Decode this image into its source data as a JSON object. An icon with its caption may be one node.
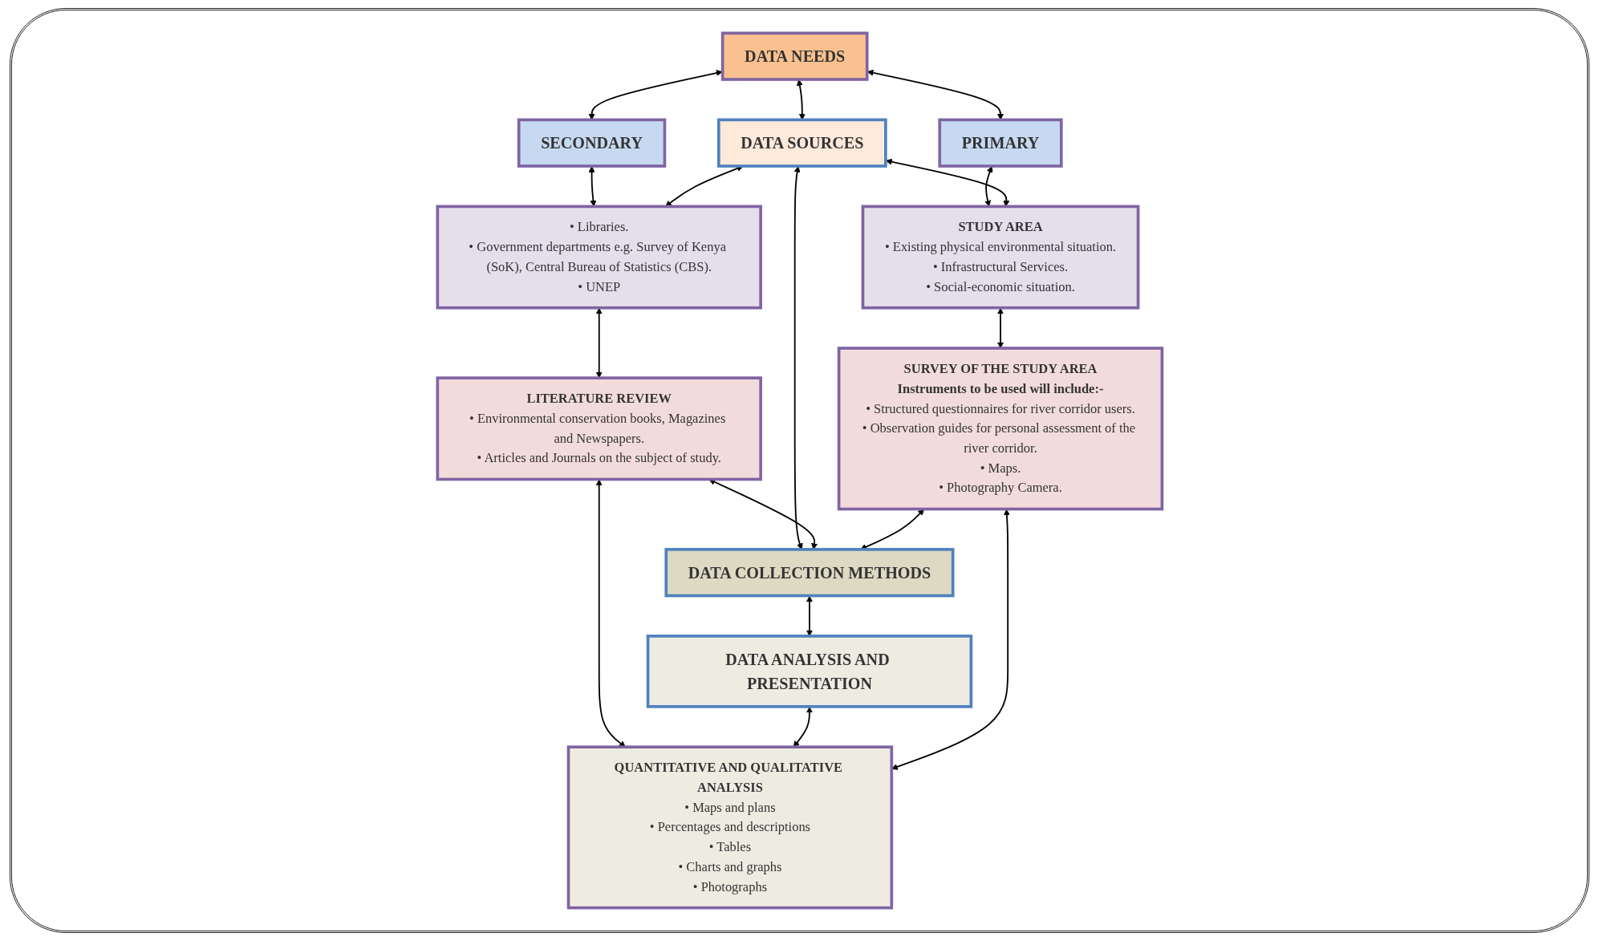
{
  "diagram": {
    "nodes": [
      {
        "text": [
          "DATA NEEDS"
        ]
      },
      {
        "text": [
          "SECONDARY"
        ]
      },
      {
        "text": [
          "PRIMARY"
        ]
      },
      {
        "text": [
          "• Libraries.",
          "• Government departments e.g. Survey of Kenya (SoK), Central Bureau of Statistics (CBS).",
          "• UNEP"
        ]
      },
      {
        "text": [
          "DATA SOURCES"
        ]
      },
      {
        "text": [
          "STUDY AREA",
          "• Existing physical environmental situation.",
          "• Infrastructural Services.",
          "• Social-economic situation."
        ]
      },
      {
        "text": [
          "LITERATURE REVIEW",
          "• Environmental conservation books, Magazines and Newspapers.",
          "• Articles and Journals on the subject of study."
        ]
      },
      {
        "text": [
          "DATA COLLECTION METHODS"
        ]
      },
      {
        "text": [
          "SURVEY OF THE STUDY AREA",
          "Instruments to be used will include:-",
          "• Structured questionnaires for river corridor users.",
          "• Observation guides for personal assessment of the river corridor.",
          "• Maps.",
          "• Photography Camera."
        ]
      },
      {
        "text": [
          "DATA ANALYSIS AND PRESENTATION"
        ]
      },
      {
        "text": [
          "QUANTITATIVE AND QUALITATIVE ANALYSIS",
          "• Maps and plans",
          "• Percentages and descriptions",
          "• Tables",
          "• Charts and graphs",
          "• Photographs"
        ]
      }
    ],
    "edges": [
      {
        "from": 0,
        "to": 1,
        "arrow": "both"
      },
      {
        "from": 0,
        "to": 2,
        "arrow": "both"
      },
      {
        "from": 0,
        "to": 4,
        "arrow": "both"
      },
      {
        "from": 1,
        "to": 3,
        "arrow": "both"
      },
      {
        "from": 2,
        "to": 5,
        "arrow": "both"
      },
      {
        "from": 3,
        "to": 4,
        "arrow": "both"
      },
      {
        "from": 4,
        "to": 5,
        "arrow": "both"
      },
      {
        "from": 4,
        "to": 7,
        "arrow": "both"
      },
      {
        "from": 3,
        "to": 6,
        "arrow": "both"
      },
      {
        "from": 5,
        "to": 8,
        "arrow": "both"
      },
      {
        "from": 6,
        "to": 7,
        "arrow": "both"
      },
      {
        "from": 7,
        "to": 8,
        "arrow": "both"
      },
      {
        "from": 7,
        "to": 9,
        "arrow": "both"
      },
      {
        "from": 6,
        "to": 10,
        "arrow": "both"
      },
      {
        "from": 9,
        "to": 10,
        "arrow": "both"
      },
      {
        "from": 8,
        "to": 10,
        "arrow": "both"
      }
    ]
  }
}
